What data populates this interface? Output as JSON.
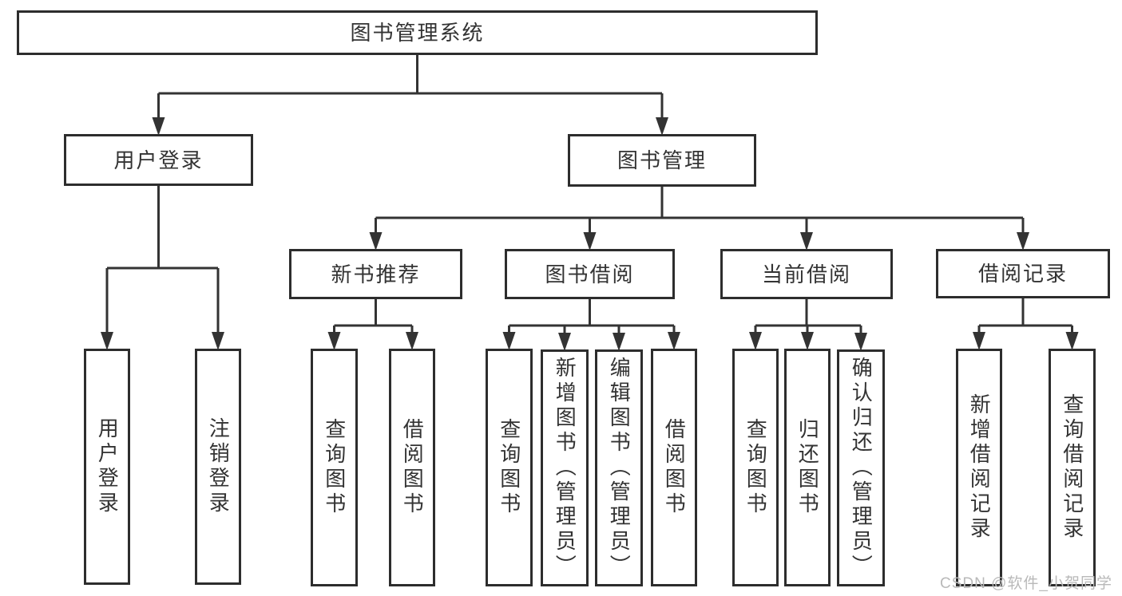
{
  "diagram": {
    "description": "feature-structure tree of a library management system"
  },
  "nodes": [
    {
      "id": "root",
      "label": "图书管理系统"
    },
    {
      "id": "user-login",
      "label": "用户登录"
    },
    {
      "id": "book-mgmt",
      "label": "图书管理"
    },
    {
      "id": "new-book-rec",
      "label": "新书推荐"
    },
    {
      "id": "book-borrow",
      "label": "图书借阅"
    },
    {
      "id": "current-borrow",
      "label": "当前借阅"
    },
    {
      "id": "borrow-records",
      "label": "借阅记录"
    },
    {
      "id": "leaf-user-login",
      "label": "用户登录"
    },
    {
      "id": "leaf-logout",
      "label": "注销登录"
    },
    {
      "id": "leaf-nbr-query",
      "label": "查询图书"
    },
    {
      "id": "leaf-nbr-borrow",
      "label": "借阅图书"
    },
    {
      "id": "leaf-bb-query",
      "label": "查询图书"
    },
    {
      "id": "leaf-bb-add",
      "label": "新增图书（管理员）"
    },
    {
      "id": "leaf-bb-edit",
      "label": "编辑图书（管理员）"
    },
    {
      "id": "leaf-bb-borrow",
      "label": "借阅图书"
    },
    {
      "id": "leaf-cb-query",
      "label": "查询图书"
    },
    {
      "id": "leaf-cb-return",
      "label": "归还图书"
    },
    {
      "id": "leaf-cb-confirm",
      "label": "确认归还（管理员）"
    },
    {
      "id": "leaf-br-add",
      "label": "新增借阅记录"
    },
    {
      "id": "leaf-br-query",
      "label": "查询借阅记录"
    }
  ],
  "edges": [
    {
      "parent": "root",
      "children": [
        "user-login",
        "book-mgmt"
      ]
    },
    {
      "parent": "user-login",
      "children": [
        "leaf-user-login",
        "leaf-logout"
      ]
    },
    {
      "parent": "book-mgmt",
      "children": [
        "new-book-rec",
        "book-borrow",
        "current-borrow",
        "borrow-records"
      ]
    },
    {
      "parent": "new-book-rec",
      "children": [
        "leaf-nbr-query",
        "leaf-nbr-borrow"
      ]
    },
    {
      "parent": "book-borrow",
      "children": [
        "leaf-bb-query",
        "leaf-bb-add",
        "leaf-bb-edit",
        "leaf-bb-borrow"
      ]
    },
    {
      "parent": "current-borrow",
      "children": [
        "leaf-cb-query",
        "leaf-cb-return",
        "leaf-cb-confirm"
      ]
    },
    {
      "parent": "borrow-records",
      "children": [
        "leaf-br-add",
        "leaf-br-query"
      ]
    }
  ],
  "watermark": {
    "text": "CSDN @软件_小贺同学",
    "color": "#b9b9b9"
  },
  "colors": {
    "line": "#333333",
    "box_border": "#2d2d2d",
    "box_bg": "#ffffff",
    "text": "#333333"
  }
}
